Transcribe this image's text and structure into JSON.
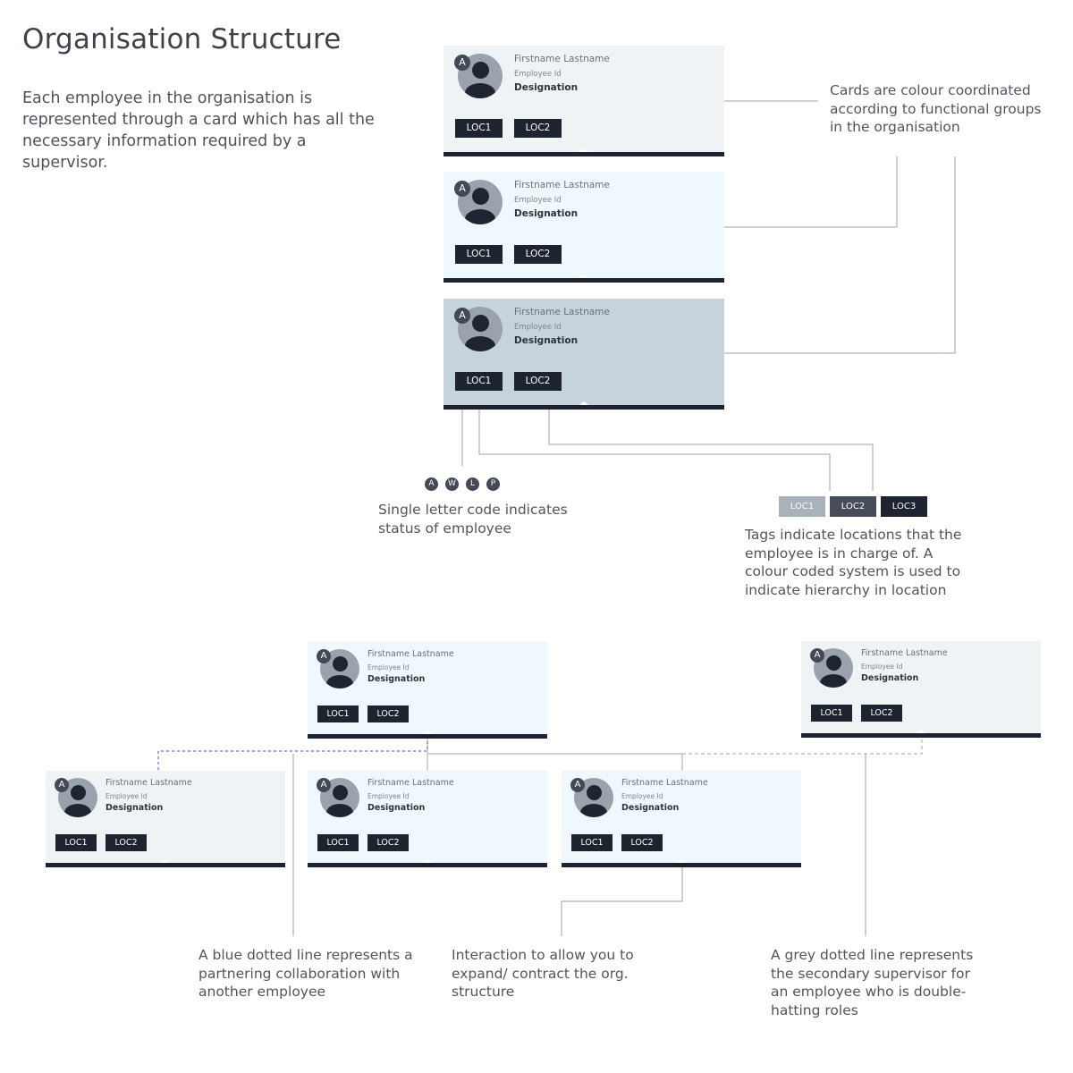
{
  "header": {
    "title": "Organisation Structure",
    "intro": "Each employee in the organisation is represented through a card which has all the necessary information required by a supervisor."
  },
  "card": {
    "status": "A",
    "name": "Firstname Lastname",
    "employee_id": "Employee Id",
    "designation": "Designation",
    "tag1": "LOC1",
    "tag2": "LOC2",
    "avatar_icon": "person-icon"
  },
  "colors": {
    "group_grey": "#f0f3f5",
    "group_blue": "#eff8fd",
    "group_steel": "#c6d3dc",
    "bar": "#1e2330",
    "partner_line": "#6c6ee0",
    "secondary_line": "#b5b8bd"
  },
  "annotations": {
    "colour": "Cards are colour coordinated according to functional groups in the organisation",
    "status": "Single letter code indicates status of employee",
    "tags": "Tags indicate locations that the employee is in charge of. A colour coded system is used to indicate hierarchy in location",
    "partner": "A blue dotted line represents a partnering collaboration with another employee",
    "expand": "Interaction to allow you to expand/ contract the org. structure",
    "secondary": "A grey dotted line represents the secondary supervisor for an employee who is double-hatting roles"
  },
  "status_codes": [
    "A",
    "W",
    "L",
    "P"
  ],
  "location_tags": [
    {
      "label": "LOC1",
      "color": "#a9b2bb"
    },
    {
      "label": "LOC2",
      "color": "#464c58"
    },
    {
      "label": "LOC3",
      "color": "#1e2330"
    }
  ]
}
